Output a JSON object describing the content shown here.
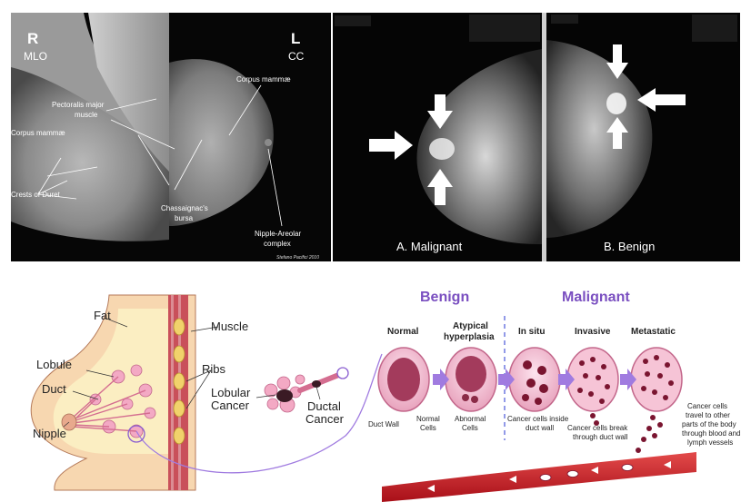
{
  "panel_mlo_cc": {
    "left_marker": "R",
    "left_view": "MLO",
    "right_marker": "L",
    "right_view": "CC",
    "labels": {
      "corpus_mammae_right": "Corpus mammæ",
      "pectoralis_line1": "Pectoralis major",
      "pectoralis_line2": "muscle",
      "corpus_mammae_left": "Corpus mammæ",
      "crests": "Crests of Duret",
      "chassaignac_line1": "Chassaignac's",
      "chassaignac_line2": "bursa",
      "nipple_line1": "Nipple-Areolar",
      "nipple_line2": "complex"
    },
    "signature": "Stefano Pacifici 2010"
  },
  "panel_mammograms": {
    "left_caption": "A. Malignant",
    "right_caption": "B. Benign"
  },
  "panel_diagram": {
    "anatomy": {
      "fat": "Fat",
      "muscle": "Muscle",
      "ribs": "Ribs",
      "lobule": "Lobule",
      "duct": "Duct",
      "nipple": "Nipple",
      "lobular_line1": "Lobular",
      "lobular_line2": "Cancer",
      "ductal_line1": "Ductal",
      "ductal_line2": "Cancer"
    },
    "headers": {
      "benign": "Benign",
      "malignant": "Malignant"
    },
    "stages": {
      "normal": "Normal",
      "atypical_line1": "Atypical",
      "atypical_line2": "hyperplasia",
      "in_situ": "In situ",
      "invasive": "Invasive",
      "metastatic": "Metastatic"
    },
    "notes": {
      "duct_wall": "Duct Wall",
      "normal_cells_1": "Normal",
      "normal_cells_2": "Cells",
      "abnormal_cells_1": "Abnormal",
      "abnormal_cells_2": "Cells",
      "in_situ_1": "Cancer cells inside",
      "in_situ_2": "duct wall",
      "invasive_1": "Cancer cells break",
      "invasive_2": "through duct wall",
      "meta_1": "Cancer cells",
      "meta_2": "travel to other",
      "meta_3": "parts of the body",
      "meta_4": "through blood and",
      "meta_5": "lymph vessels"
    },
    "colors": {
      "header_purple": "#7a4fc0",
      "arrow_violet": "#a07be0",
      "vessel_red": "#c4141e",
      "cell_pink": "#f3b9cf",
      "cancer_cell": "#7a1530"
    }
  }
}
